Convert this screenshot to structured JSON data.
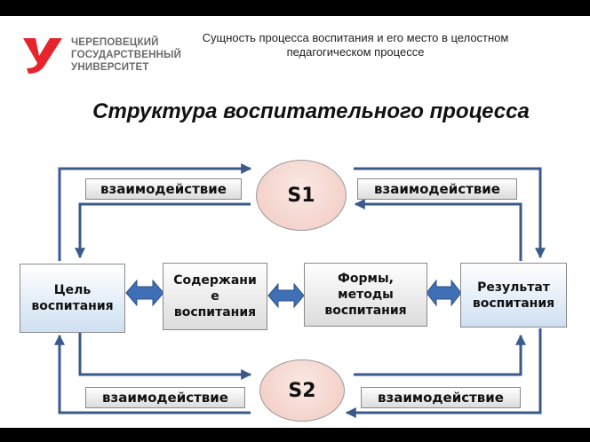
{
  "logo": {
    "line1": "ЧЕРЕПОВЕЦКИЙ",
    "line2": "ГОСУДАРСТВЕННЫЙ",
    "line3": "УНИВЕРСИТЕТ",
    "mark_icon": "letter-u-icon",
    "colors": {
      "mark": "#e5252b",
      "text": "#6b6b6b"
    }
  },
  "header": {
    "subtitle_line1": "Сущность процесса воспитания и его место в целостном",
    "subtitle_line2": "педагогическом процессе",
    "title": "Структура воспитательного процесса"
  },
  "nodes": {
    "goal": {
      "line1": "Цель",
      "line2": "воспитания"
    },
    "content": {
      "line1": "Содержани",
      "line2": "е",
      "line3": "воспитания"
    },
    "forms": {
      "line1": "Формы,",
      "line2": "методы",
      "line3": "воспитания"
    },
    "result": {
      "line1": "Результат",
      "line2": "воспитания"
    },
    "s1": "S1",
    "s2": "S2"
  },
  "interactions": {
    "top_left": "взаимодействие",
    "top_right": "взаимодействие",
    "bottom_left": "взаимодействие",
    "bottom_right": "взаимодействие"
  },
  "colors": {
    "arrow": "#3a5a8c",
    "double_arrow": "#3f6fb5",
    "node_fill": "#cfe0f2",
    "circle_fill": "#f0c9c0"
  }
}
